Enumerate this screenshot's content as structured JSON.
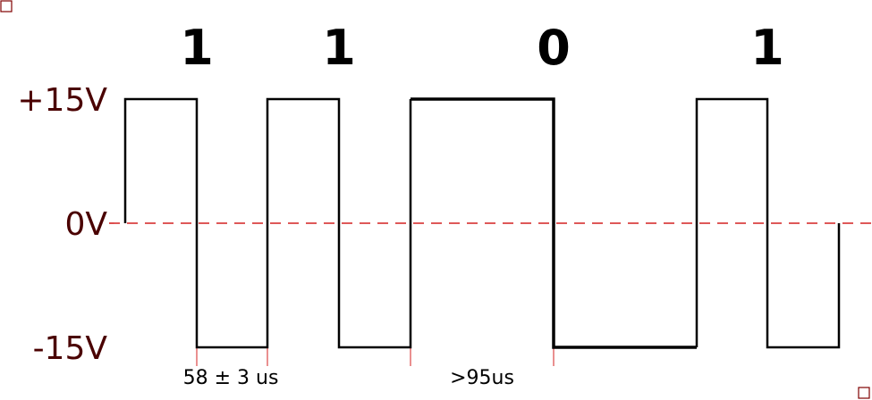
{
  "bits": [
    "1",
    "1",
    "0",
    "1"
  ],
  "voltage_levels": [
    "+15V",
    "0V",
    "-15V"
  ],
  "timing": {
    "half_bit_one": "58 ± 3 us",
    "half_bit_zero": ">95us"
  },
  "colors": {
    "signal": "#000000",
    "zero_line": "#d42020",
    "marker": "#d42020",
    "voltage_text": "#4a0000",
    "corner_box": "#800000"
  }
}
